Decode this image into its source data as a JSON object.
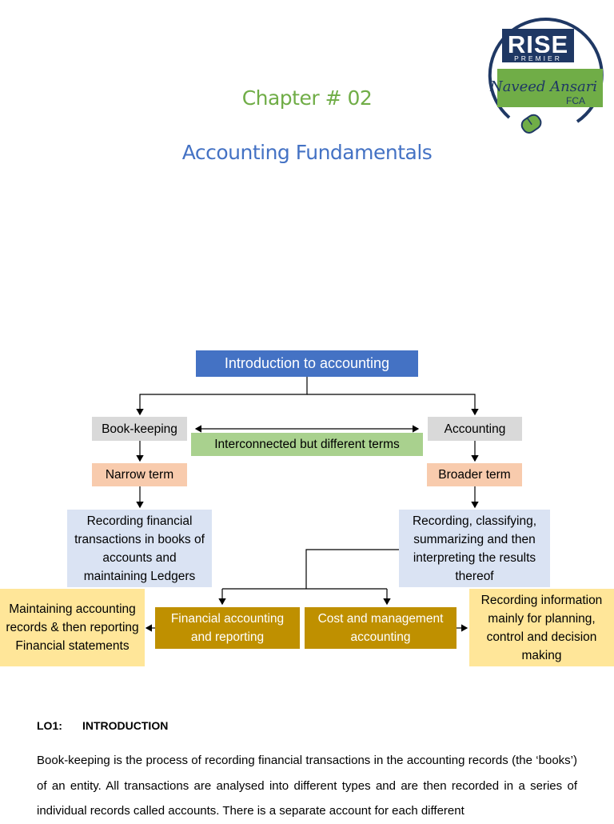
{
  "header": {
    "chapter": "Chapter # 02",
    "subject": "Accounting Fundamentals"
  },
  "logo": {
    "brand": "RISE",
    "tagline": "PREMIER",
    "signature": "Naveed Ansari",
    "credential": "FCA",
    "colors": {
      "navy": "#1f3864",
      "green": "#70ad47"
    }
  },
  "diagram": {
    "root": "Introduction to accounting",
    "left_term": "Book-keeping",
    "right_term": "Accounting",
    "link_label": "Interconnected but different terms",
    "left_scope": "Narrow term",
    "right_scope": "Broader term",
    "left_definition": "Recording financial transactions in books of accounts and maintaining Ledgers",
    "right_definition": "Recording, classifying, summarizing and then interpreting the results thereof",
    "branch_financial": "Financial accounting and reporting",
    "branch_cost": "Cost and management accounting",
    "financial_note": "Maintaining accounting records & then reporting Financial statements",
    "cost_note": "Recording information mainly for planning, control and decision making"
  },
  "section": {
    "code": "LO1:",
    "title": "INTRODUCTION",
    "paragraph": "Book-keeping is the process of recording financial transactions in the accounting records (the ‘books’) of an entity. All transactions are analysed into different types and are then recorded in a series of individual records called accounts. There is a separate account for each different"
  },
  "colors": {
    "chapter": "#70ad47",
    "subject": "#4472c4",
    "root_box": "#4472c4",
    "term_box": "#d9d9d9",
    "link_box": "#a9d18e",
    "scope_box": "#f8cbad",
    "definition_box": "#dae3f3",
    "branch_box": "#bf9000",
    "note_box": "#ffe699"
  }
}
